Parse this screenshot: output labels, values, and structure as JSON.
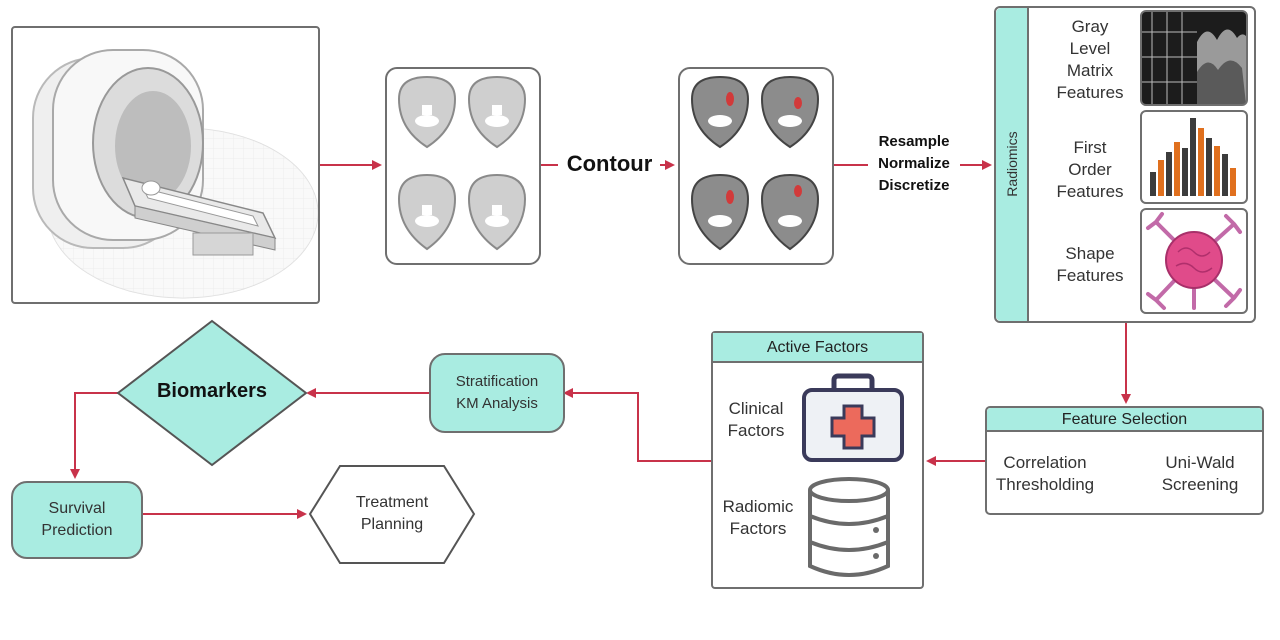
{
  "nodes": {
    "contour": "Contour",
    "preprocess": [
      "Resample",
      "Normalize",
      "Discretize"
    ],
    "radiomics_panel": {
      "side_label": "Radiomics",
      "features": [
        [
          "Gray",
          "Level",
          "Matrix",
          "Features"
        ],
        [
          "First",
          "Order",
          "Features"
        ],
        [
          "Shape",
          "Features"
        ]
      ]
    },
    "feature_selection": {
      "title": "Feature Selection",
      "left": [
        "Correlation",
        "Thresholding"
      ],
      "right": [
        "Uni-Wald",
        "Screening"
      ]
    },
    "active_factors": {
      "title": "Active Factors",
      "clinical": [
        "Clinical",
        "Factors"
      ],
      "radiomic": [
        "Radiomic",
        "Factors"
      ]
    },
    "stratification": [
      "Stratification",
      "KM Analysis"
    ],
    "biomarkers": "Biomarkers",
    "survival": [
      "Survival",
      "Prediction"
    ],
    "treatment": [
      "Treatment",
      "Planning"
    ]
  },
  "colors": {
    "arrow": "#c8324a",
    "teal": "#a9ece1",
    "border": "#6f6f6f",
    "selection_arrow": "#3aa83a",
    "histogram_orange": "#e0701e",
    "histogram_dark": "#3c3c3c",
    "tumor_pink": "#e04b8a",
    "medkit_red": "#ec6a5c"
  },
  "icons": [
    "mri-scanner-icon",
    "ct-slices-icon",
    "contoured-slices-icon",
    "texture-matrix-icon",
    "histogram-icon",
    "tumor-shape-icon",
    "medical-kit-icon",
    "database-icon"
  ]
}
